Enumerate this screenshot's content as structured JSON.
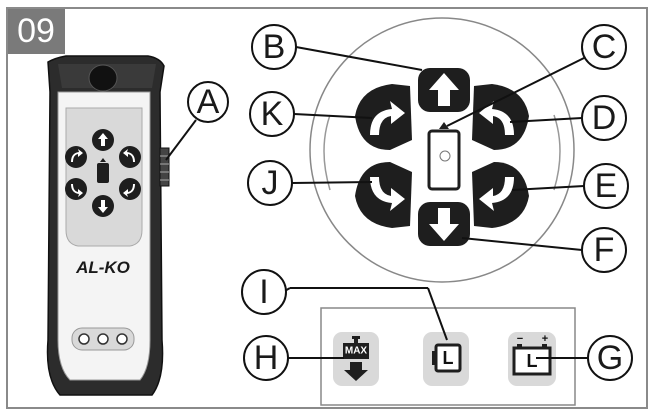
{
  "figure_number": "09",
  "labels": {
    "A": "A",
    "B": "B",
    "C": "C",
    "D": "D",
    "E": "E",
    "F": "F",
    "G": "G",
    "H": "H",
    "I": "I",
    "J": "J",
    "K": "K"
  },
  "remote": {
    "brand": "AL-KO"
  },
  "indicators": {
    "max_label": "MAX",
    "battery_low_label": "L",
    "vehicle_battery_label": "L",
    "plus_sign": "+",
    "minus_sign": "−"
  },
  "colors": {
    "figure_number_bg": "#7a7a7a",
    "button_dark": "#1e1e1e",
    "panel_gray": "#d9d9d9"
  }
}
